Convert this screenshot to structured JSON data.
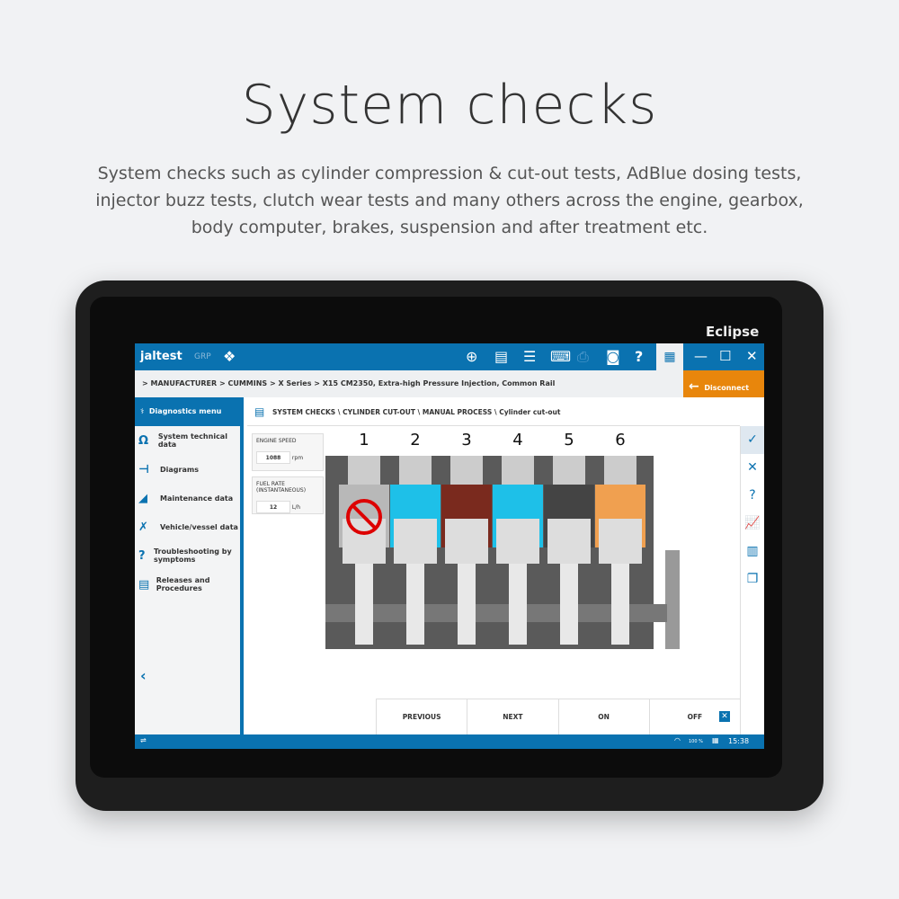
{
  "heading": {
    "title": "System checks",
    "subtitle": "System checks such as cylinder compression & cut-out tests, AdBlue dosing tests, injector buzz tests, clutch wear tests and many others across the engine, gearbox, body computer, brakes, suspension and after treatment etc."
  },
  "device": {
    "brand": "Eclipse"
  },
  "app": {
    "logo": "jaltest",
    "grp": "GRP",
    "time": "15:38",
    "zoom": "100 %",
    "breadcrumb": "> MANUFACTURER > CUMMINS > X Series > X15 CM2350, Extra-high Pressure Injection, Common Rail",
    "disconnect": "Disconnect",
    "path": "SYSTEM CHECKS \\ CYLINDER CUT-OUT \\ MANUAL PROCESS \\ Cylinder cut-out",
    "sidebar": {
      "header": "Diagnostics menu",
      "items": [
        {
          "label": "System technical data",
          "icon": "omega"
        },
        {
          "label": "Diagrams",
          "icon": "diagram"
        },
        {
          "label": "Maintenance data",
          "icon": "oil-can"
        },
        {
          "label": "Vehicle/vessel data",
          "icon": "wrench"
        },
        {
          "label": "Troubleshooting by symptoms",
          "icon": "troubleshoot"
        },
        {
          "label": "Releases and Procedures",
          "icon": "document"
        }
      ]
    },
    "readouts": [
      {
        "label": "ENGINE SPEED",
        "value": "1088",
        "unit": "rpm"
      },
      {
        "label": "FUEL RATE (INSTANTANEOUS)",
        "value": "12",
        "unit": "L/h"
      }
    ],
    "cylinders": [
      {
        "n": "1",
        "color": "#b8b8b8",
        "cut": true
      },
      {
        "n": "2",
        "color": "#1ec0e8"
      },
      {
        "n": "3",
        "color": "#7a2a1e"
      },
      {
        "n": "4",
        "color": "#1ec0e8"
      },
      {
        "n": "5",
        "color": "#444444"
      },
      {
        "n": "6",
        "color": "#f0a050"
      }
    ],
    "buttons": [
      "PREVIOUS",
      "NEXT",
      "ON",
      "OFF"
    ]
  }
}
